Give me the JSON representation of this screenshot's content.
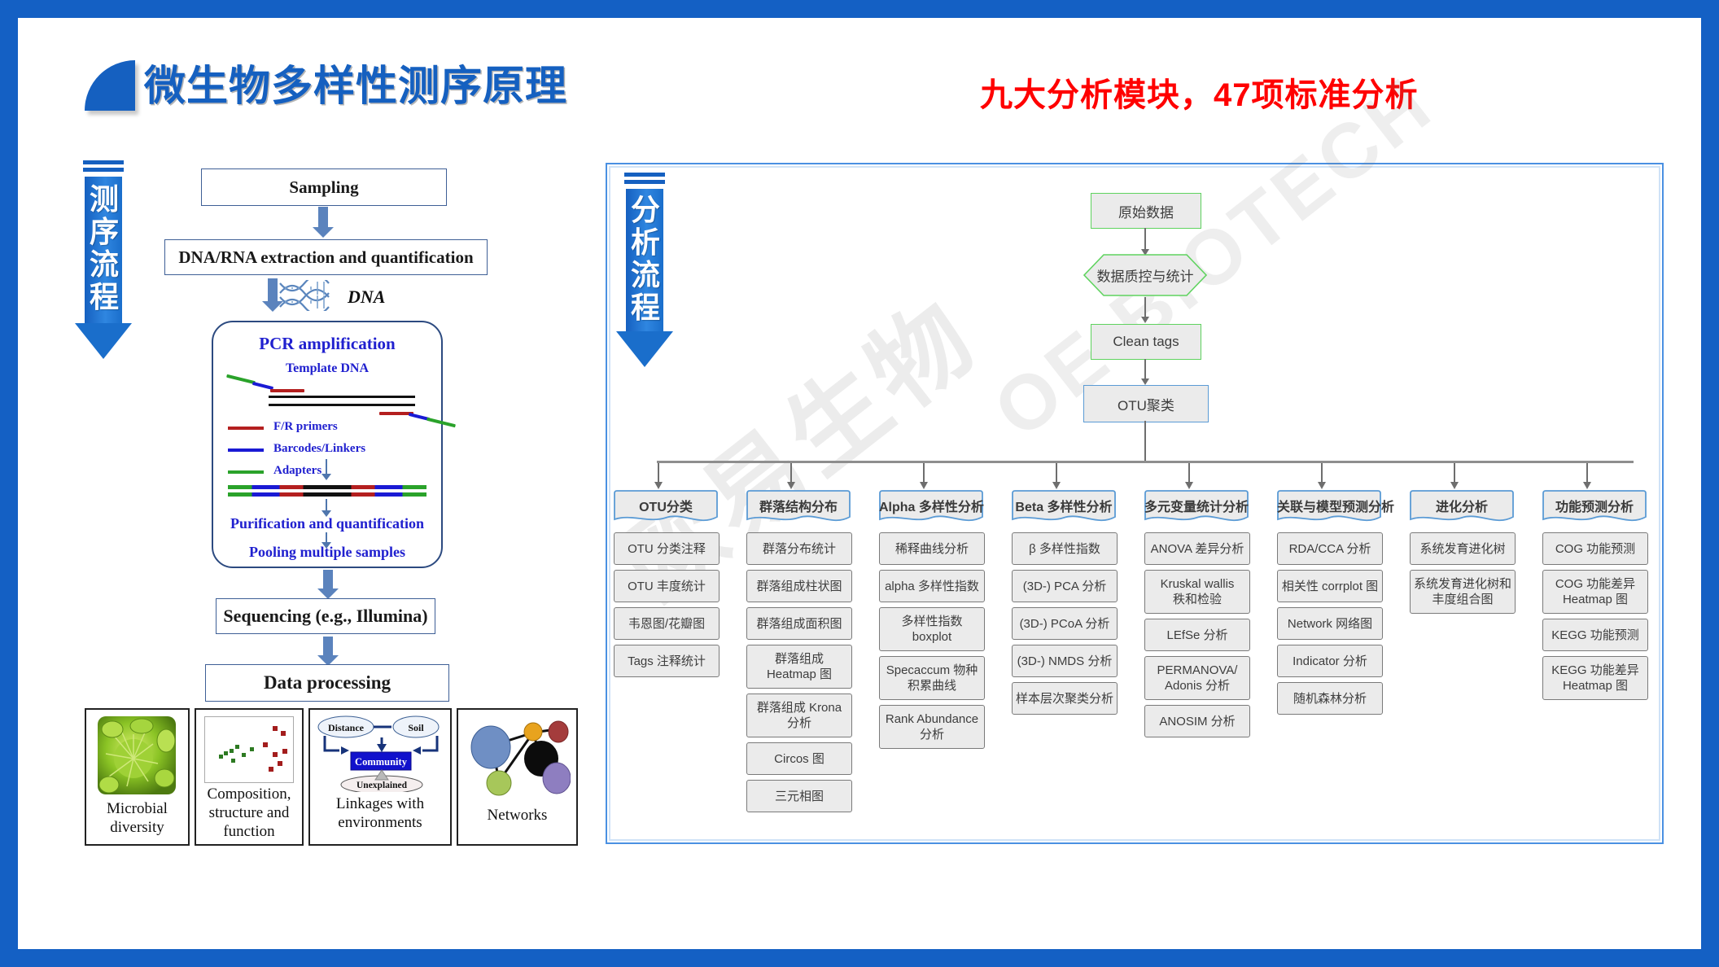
{
  "header": {
    "title": "微生物多样性测序原理",
    "subtitle": "九大分析模块，47项标准分析"
  },
  "left_flow": {
    "arrow_label": "测序流程",
    "steps": [
      "Sampling",
      "DNA/RNA extraction and quantification",
      "Sequencing (e.g., Illumina)",
      "Data processing"
    ],
    "dna_label": "DNA",
    "pcr": {
      "title": "PCR amplification",
      "template_label": "Template DNA",
      "legend": [
        {
          "label": "F/R primers",
          "color": "#b41f1f"
        },
        {
          "label": "Barcodes/Linkers",
          "color": "#1a1ad4"
        },
        {
          "label": "Adapters",
          "color": "#2aa22a"
        }
      ],
      "sub_steps": [
        "Purification and quantification",
        "Pooling multiple samples"
      ]
    },
    "result_panels": [
      {
        "caption": "Microbial diversity",
        "icon": "microbe-photo-icon"
      },
      {
        "caption": "Composition, structure and function",
        "icon": "scatter-plot-icon"
      },
      {
        "caption": "Linkages with environments",
        "icon": "path-diagram-icon"
      },
      {
        "caption": "Networks",
        "icon": "network-graph-icon"
      }
    ],
    "path_diagram": {
      "distance": "Distance",
      "soil": "Soil",
      "community": "Community",
      "unexplained": "Unexplained"
    }
  },
  "right_flow": {
    "arrow_label": "分析流程",
    "watermark": "欧易生物",
    "watermark2": "OE BIOTECH",
    "pipeline": [
      {
        "label": "原始数据",
        "shape": "rect",
        "color": "#5fd35f"
      },
      {
        "label": "数据质控与统计",
        "shape": "hexagon",
        "color": "#5fd35f"
      },
      {
        "label": "Clean tags",
        "shape": "rect",
        "color": "#5fd35f"
      },
      {
        "label": "OTU聚类",
        "shape": "rect",
        "color": "#5b9bd5"
      }
    ],
    "columns": [
      {
        "header": "OTU分类",
        "items": [
          "OTU 分类注释",
          "OTU 丰度统计",
          "韦恩图/花瓣图",
          "Tags 注释统计"
        ]
      },
      {
        "header": "群落结构分布",
        "items": [
          "群落分布统计",
          "群落组成柱状图",
          "群落组成面积图",
          "群落组成\nHeatmap 图",
          "群落组成 Krona\n分析",
          "Circos 图",
          "三元相图"
        ]
      },
      {
        "header": "Alpha 多样性分析",
        "items": [
          "稀释曲线分析",
          "alpha 多样性指数",
          "多样性指数\nboxplot",
          "Specaccum 物种\n积累曲线",
          "Rank Abundance\n分析"
        ]
      },
      {
        "header": "Beta 多样性分析",
        "items": [
          "β 多样性指数",
          "(3D-) PCA 分析",
          "(3D-) PCoA 分析",
          "(3D-) NMDS 分析",
          "样本层次聚类分析"
        ]
      },
      {
        "header": "多元变量统计分析",
        "items": [
          "ANOVA 差异分析",
          "Kruskal wallis\n秩和检验",
          "LEfSe 分析",
          "PERMANOVA/\nAdonis 分析",
          "ANOSIM 分析"
        ]
      },
      {
        "header": "关联与模型预测分析",
        "items": [
          "RDA/CCA 分析",
          "相关性 corrplot 图",
          "Network 网络图",
          "Indicator 分析",
          "随机森林分析"
        ]
      },
      {
        "header": "进化分析",
        "items": [
          "系统发育进化树",
          "系统发育进化树和\n丰度组合图"
        ]
      },
      {
        "header": "功能预测分析",
        "items": [
          "COG 功能预测",
          "COG 功能差异\nHeatmap 图",
          "KEGG 功能预测",
          "KEGG 功能差异\nHeatmap 图"
        ]
      }
    ]
  },
  "colors": {
    "brand_blue": "#1560c0",
    "accent_red": "#ff0000",
    "node_green": "#5fd35f",
    "node_blue": "#5b9bd5",
    "box_gray": "#ebebeb"
  }
}
